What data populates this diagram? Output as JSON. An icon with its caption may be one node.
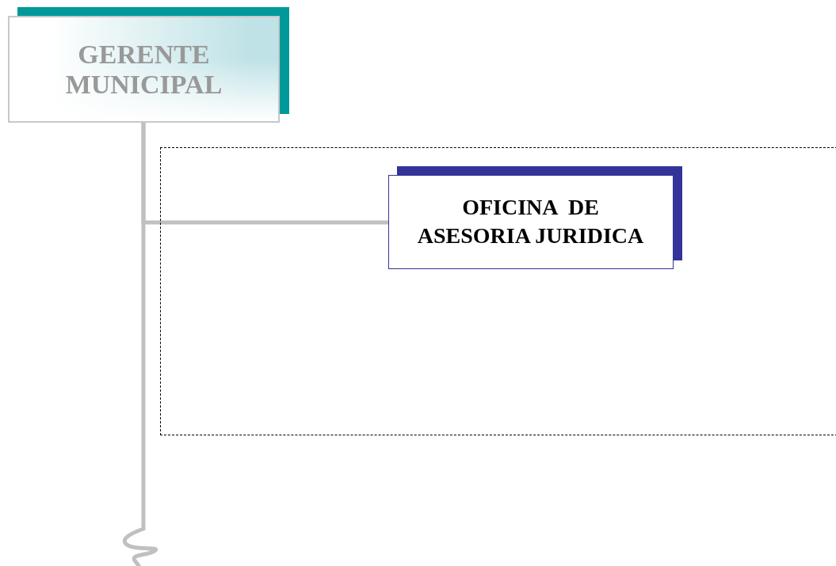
{
  "diagram": {
    "nodes": [
      {
        "text": [
          "GERENTE MUNICIPAL"
        ]
      },
      {
        "text": [],
        "shape": "box"
      },
      {
        "text": [
          "OFICINA  DE ASESORIA JURIDICA"
        ],
        "in": 1
      }
    ],
    "edges": [
      {
        "from": 0,
        "to": 2,
        "arrow": "none"
      },
      {
        "from": 0,
        "to": null,
        "arrow": "none"
      }
    ]
  }
}
